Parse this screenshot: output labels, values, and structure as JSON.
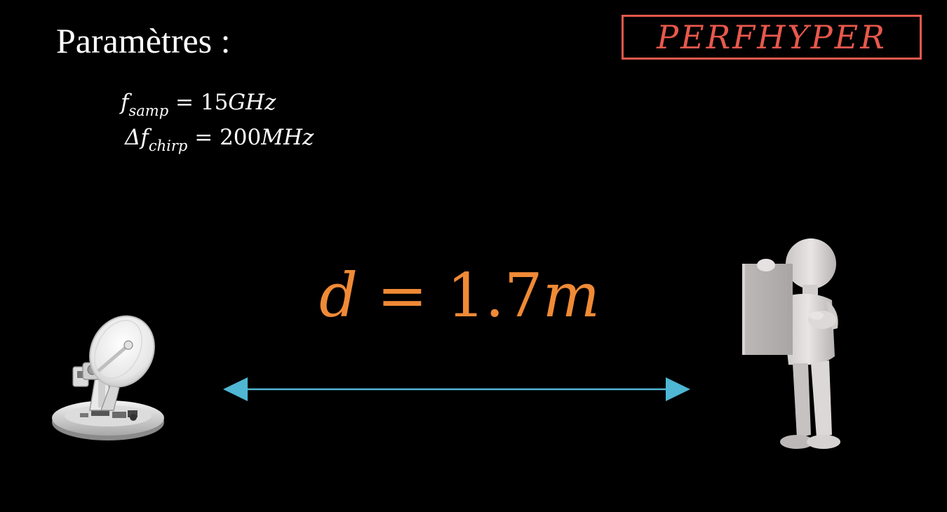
{
  "title": "Paramètres :",
  "logo": "PERFHYPER",
  "parameters": [
    {
      "symbol": "f",
      "subscript": "samp",
      "relation": "=",
      "number": "15",
      "unit": "GHz"
    },
    {
      "symbol": "Δf",
      "subscript": "chirp",
      "relation": "=",
      "number": "200",
      "unit": "MHz"
    }
  ],
  "distance": {
    "variable": "d",
    "relation": "=",
    "value": "1.7",
    "unit": "m"
  },
  "colors": {
    "background": "#000000",
    "logo": "#e8584c",
    "distance": "#f08a36",
    "arrow": "#4fb6d3"
  },
  "icons": {
    "left": "satellite-dish-icon",
    "right": "person-holding-sign-icon"
  }
}
